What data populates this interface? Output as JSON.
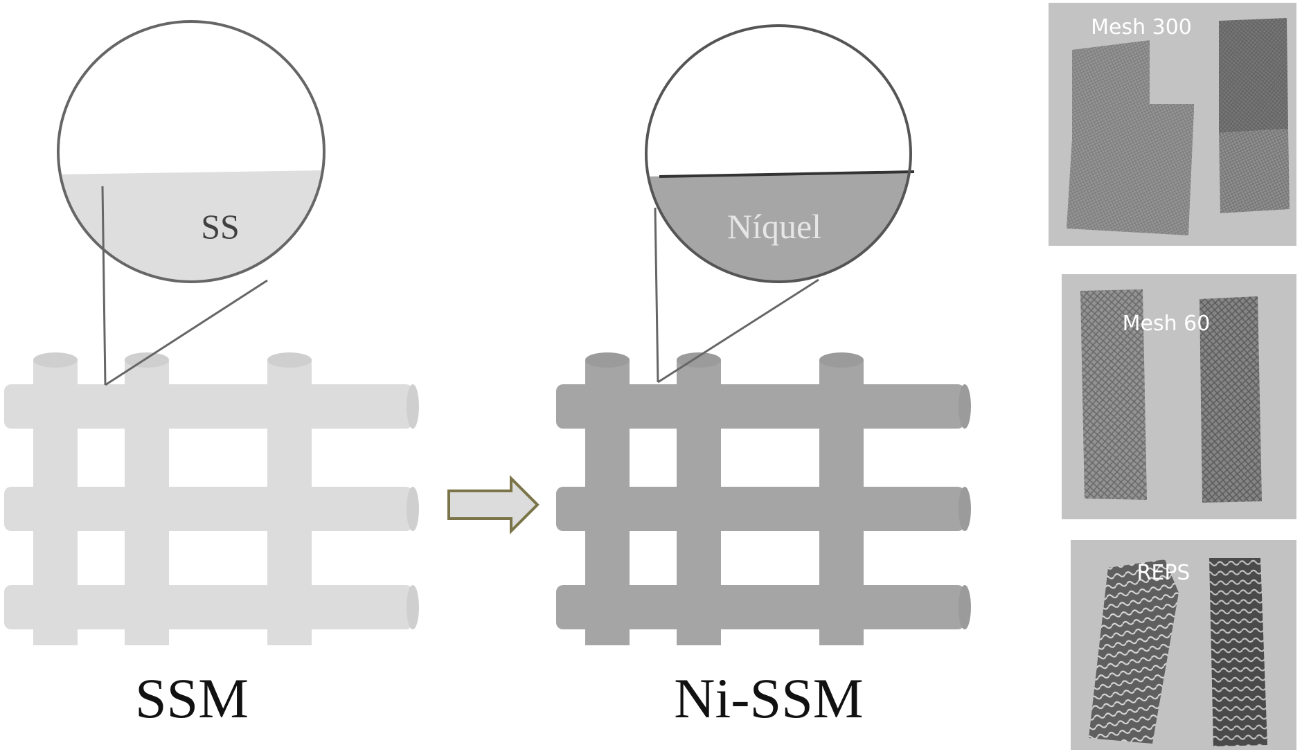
{
  "diagram": {
    "left_panel": {
      "label": "SSM",
      "callout_label": "SS",
      "mesh_color": "#dcdcdc",
      "mesh_shade": "#cfcfcf",
      "callout_fill": "#dedede",
      "outline_color": "#666666"
    },
    "right_panel": {
      "label": "Ni-SSM",
      "callout_label": "Níquel",
      "mesh_color": "#a5a5a5",
      "mesh_shade": "#9b9b9b",
      "callout_fill": "#a6a6a6",
      "outline_color": "#555555"
    },
    "arrow": {
      "fill": "#dcdcdc",
      "stroke": "#7a7448"
    }
  },
  "photos": [
    {
      "label": "Mesh 300",
      "background": "#bdbdbd"
    },
    {
      "label": "Mesh 60",
      "background": "#c3c3c3"
    },
    {
      "label": "REPS",
      "background": "#c2c2c2"
    }
  ]
}
